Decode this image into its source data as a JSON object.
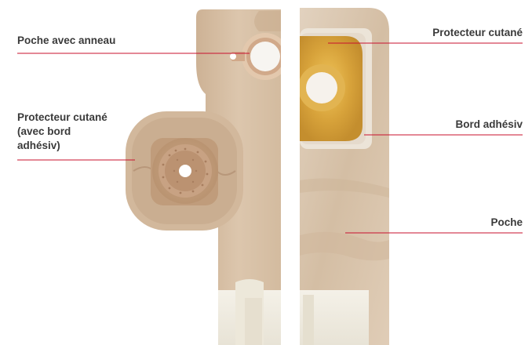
{
  "colors": {
    "leader_line": "#c8102e",
    "label_text": "#3a3a3a",
    "pouch_beige": "#d9c2a8",
    "skin_barrier": "#c9a582",
    "adhesive_border": "#ece3d8",
    "hydrocolloid_center": "#d8a53a",
    "tail_clip": "#f1eee4"
  },
  "labels": {
    "left": {
      "pouch_with_ring": "Poche avec anneau",
      "skin_barrier_line1": "Protecteur cutané",
      "skin_barrier_line2": "(avec bord",
      "skin_barrier_line3": "adhésiv)"
    },
    "right": {
      "skin_barrier": "Protecteur cutané",
      "adhesive_border": "Bord adhésiv",
      "pouch": "Poche"
    }
  }
}
